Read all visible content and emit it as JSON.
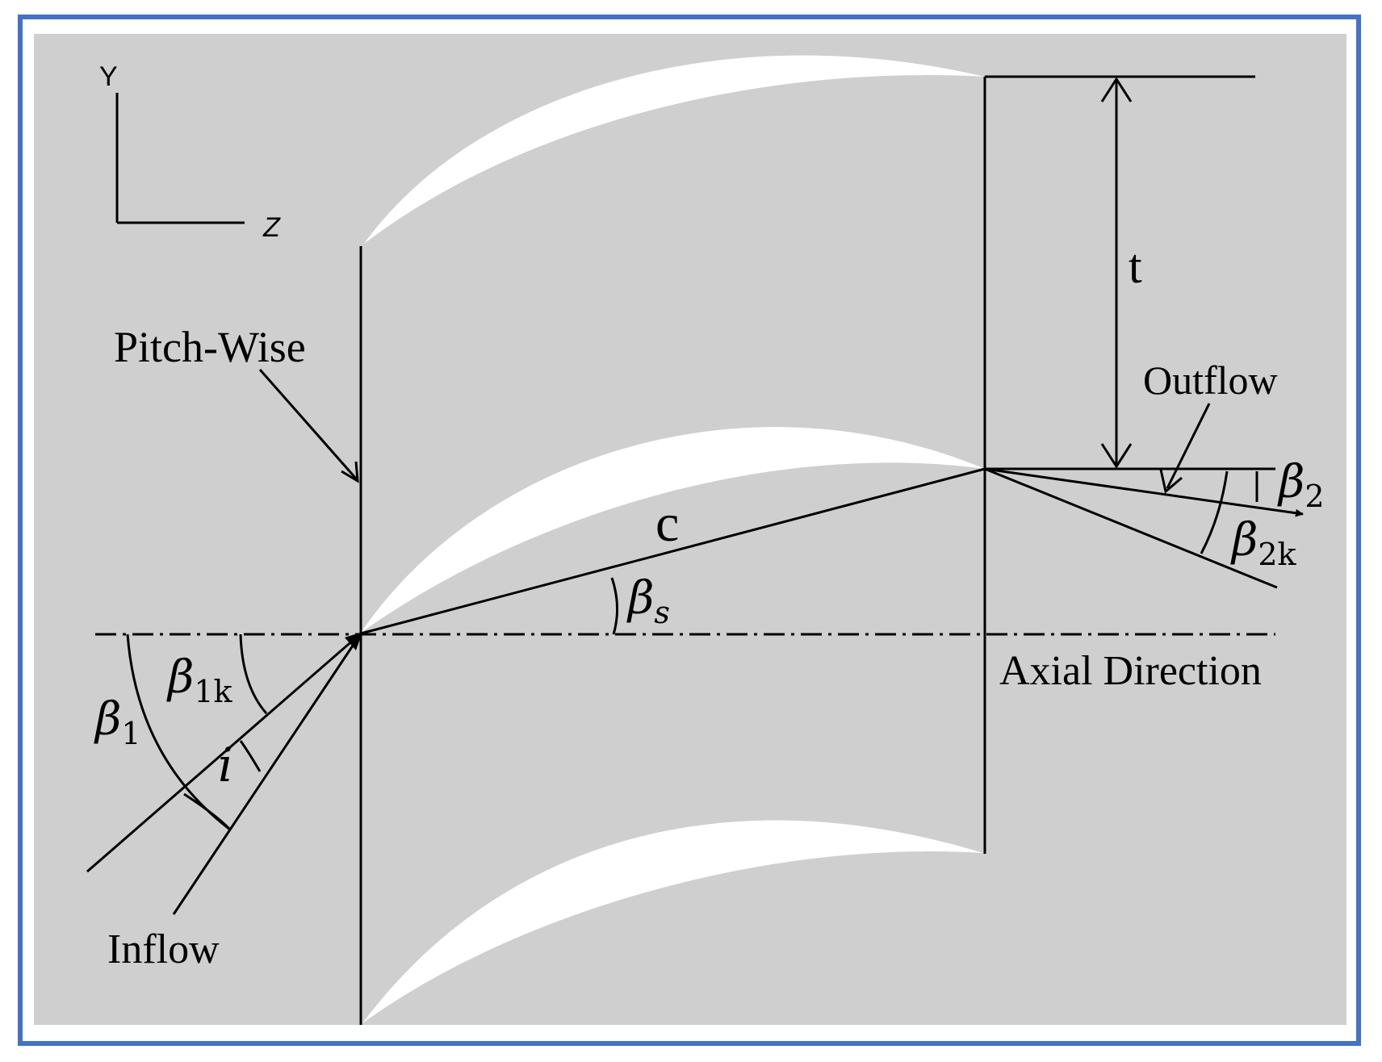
{
  "colors": {
    "frame_border": "#4472c4",
    "background": "#cfcfcf",
    "blade": "#ffffff",
    "ink": "#000000"
  },
  "axes": {
    "y": "Y",
    "z": "Z"
  },
  "labels": {
    "pitch_wise": "Pitch-Wise",
    "outflow": "Outflow",
    "inflow": "Inflow",
    "axial_direction": "Axial Direction",
    "chord": "c",
    "pitch": "t"
  },
  "angles": {
    "beta_s": {
      "symbol": "β",
      "sub": "s"
    },
    "beta_1": {
      "symbol": "β",
      "sub": "1"
    },
    "beta_1k": {
      "symbol": "β",
      "sub": "1k"
    },
    "incidence": {
      "symbol": "i"
    },
    "beta_2": {
      "symbol": "β",
      "sub": "2"
    },
    "beta_2k": {
      "symbol": "β",
      "sub": "2k"
    }
  }
}
